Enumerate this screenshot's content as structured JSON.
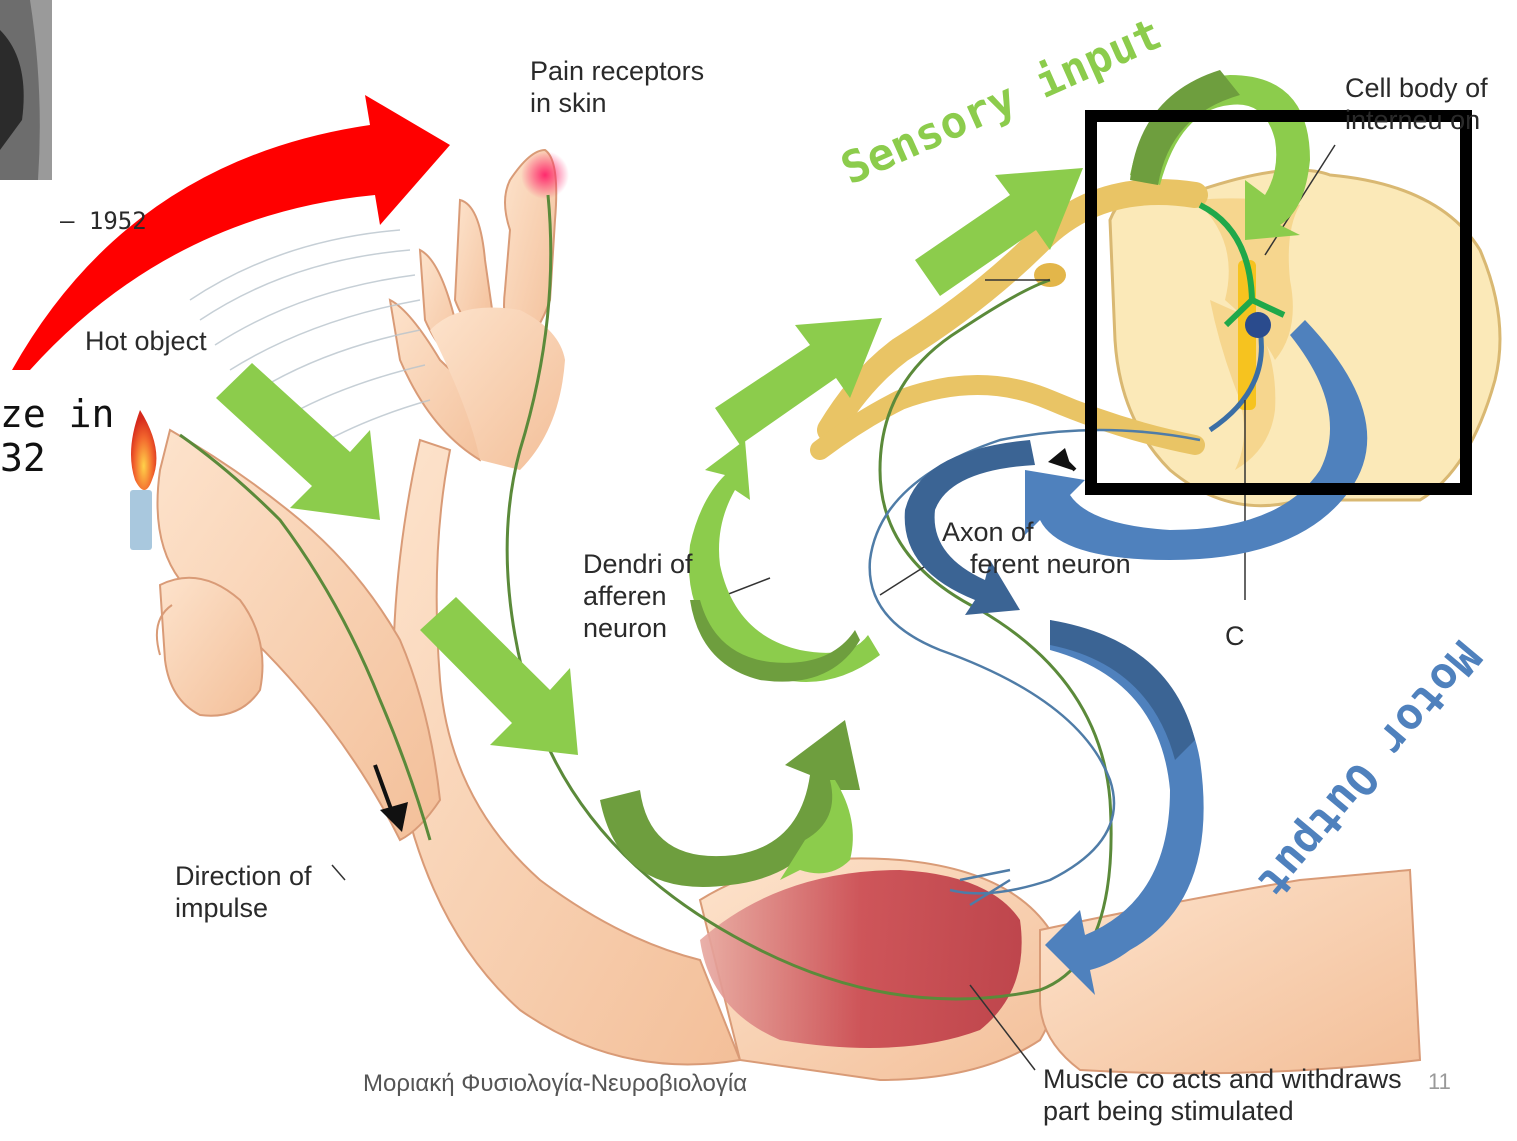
{
  "slide": {
    "footer": "Μοριακή Φυσιολογία-Νευροβιολογία",
    "page_number": "11",
    "fragment_year": "– 1952",
    "fragment_prize": "ze in",
    "fragment_year2": "32"
  },
  "labels": {
    "pain_receptors_1": "Pain receptors",
    "pain_receptors_2": "in skin",
    "hot_object": "Hot object",
    "direction_1": "Direction of",
    "direction_2": "impulse",
    "dendrite_1": "Dendri  of",
    "dendrite_2": "afferen",
    "dendrite_3": "neuron",
    "axon_1": "Axon of",
    "axon_2": "ferent neuron",
    "cell_body_1": "Cell body of",
    "cell_body_2": "interneu  on",
    "muscle_1": "Muscle co   acts and withdraws",
    "muscle_2": "part being stimulated",
    "fragment_c": "C"
  },
  "annotations": {
    "sensory_input": "Sensory input",
    "motor_output": "Motor Output"
  },
  "colors": {
    "sensory_green": "#8ccc4c",
    "sensory_dark_green": "#6e9e3e",
    "motor_blue": "#4f81bd",
    "motor_dark_blue": "#3b6494",
    "red_arrow": "#ff0000",
    "highlight_box": "#000000"
  }
}
